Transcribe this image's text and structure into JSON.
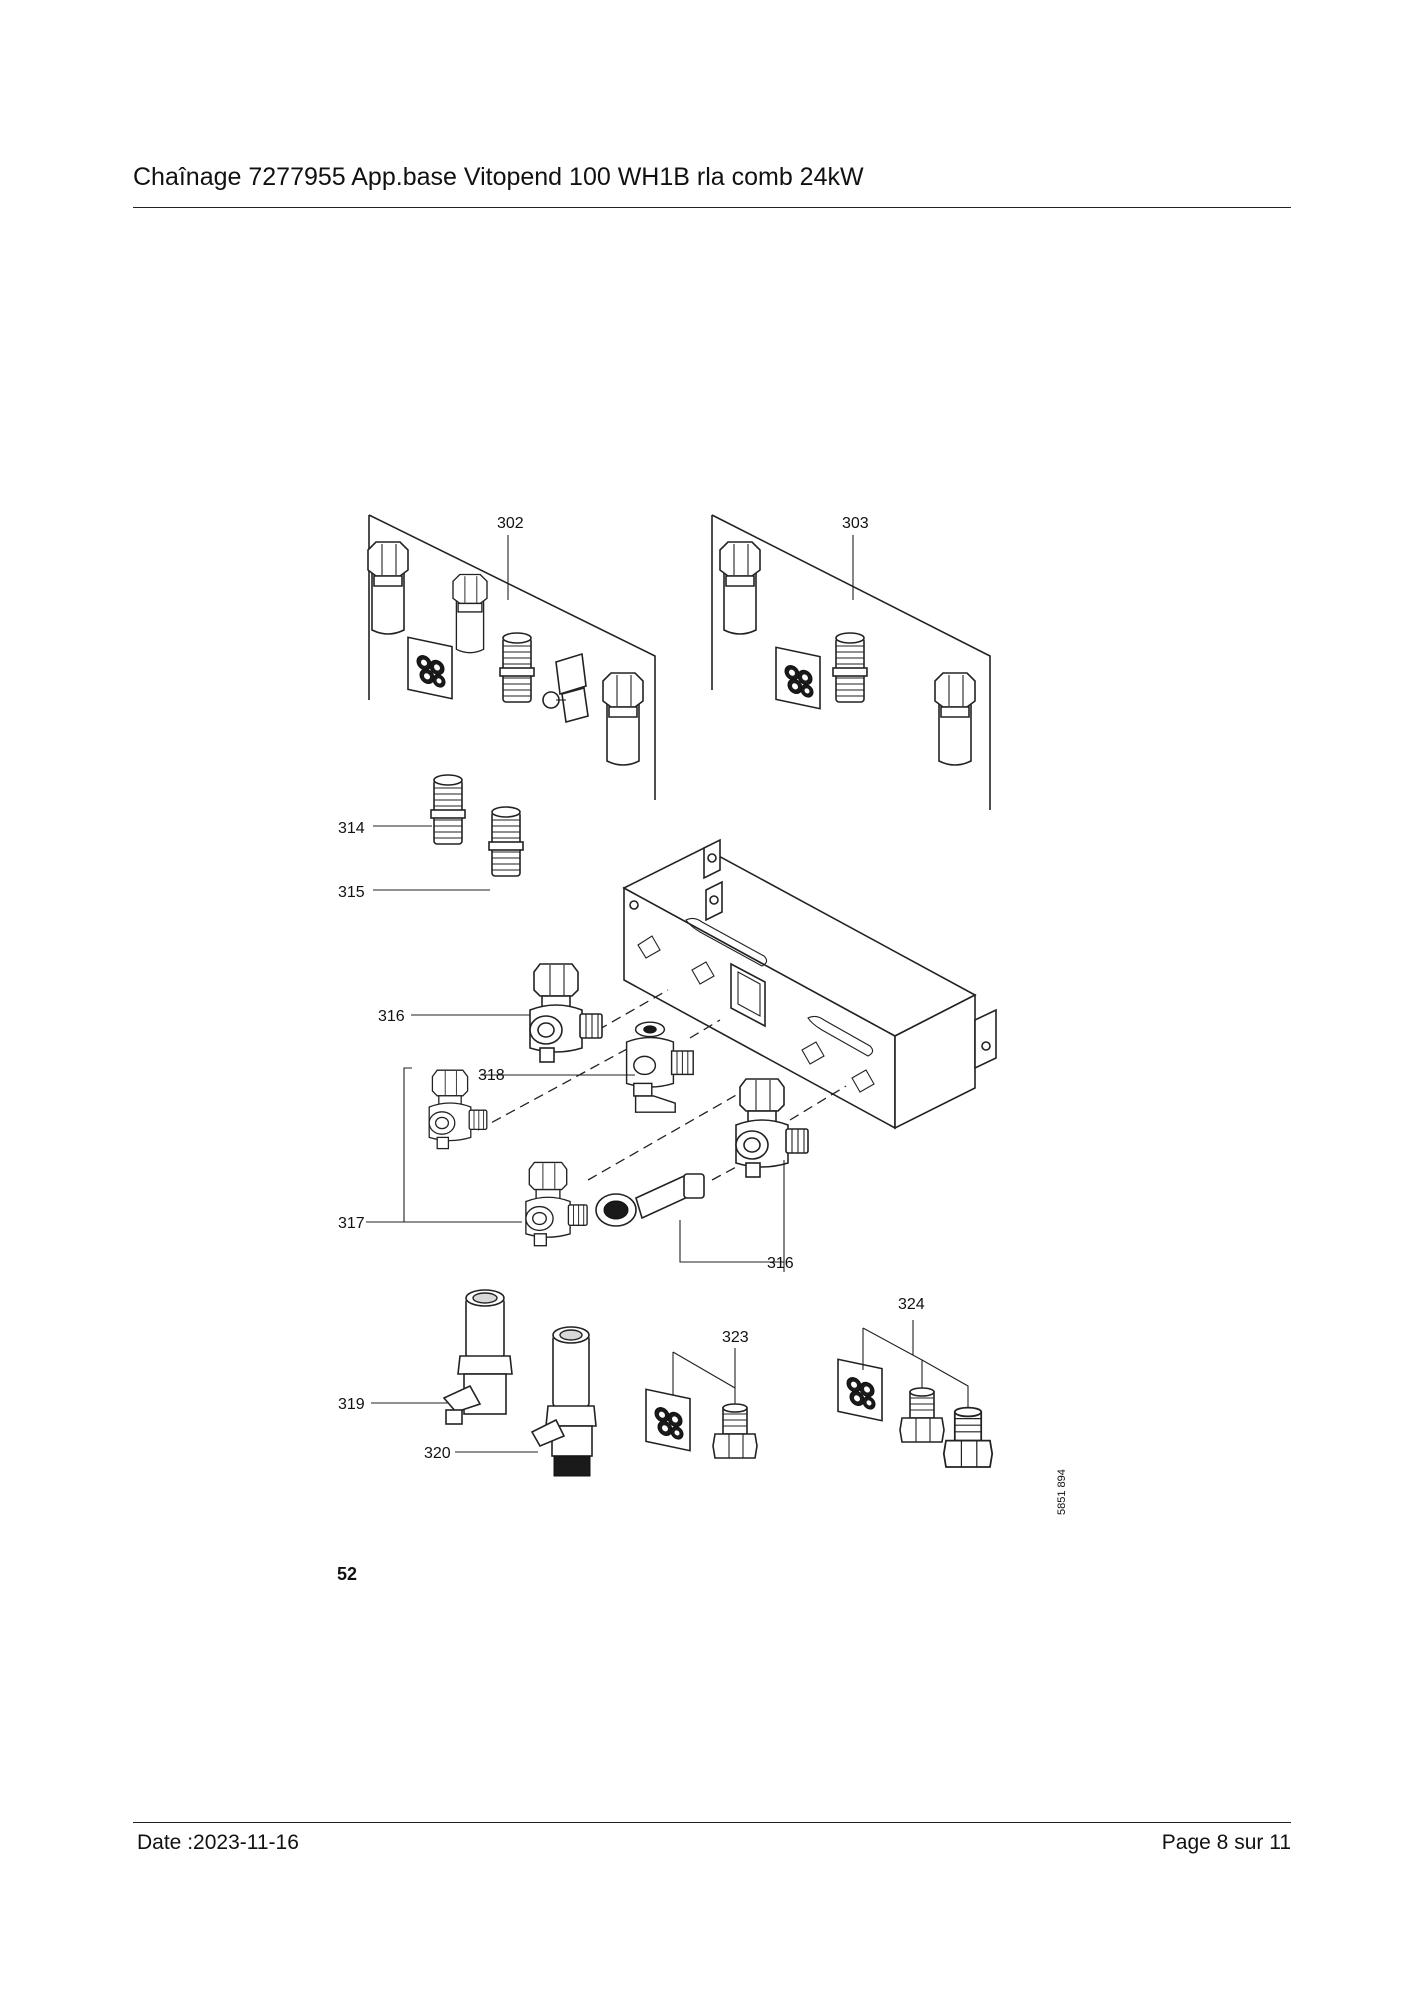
{
  "header": {
    "title": "Chaînage 7277955 App.base Vitopend 100 WH1B rla comb 24kW"
  },
  "figure": {
    "number": "52",
    "drawing_code": "5851 894",
    "callouts": {
      "c302": "302",
      "c303": "303",
      "c314": "314",
      "c315": "315",
      "c316a": "316",
      "c316b": "316",
      "c317": "317",
      "c318": "318",
      "c319": "319",
      "c320": "320",
      "c323": "323",
      "c324": "324"
    }
  },
  "footer": {
    "date": "Date :2023-11-16",
    "page": "Page 8 sur  11"
  }
}
